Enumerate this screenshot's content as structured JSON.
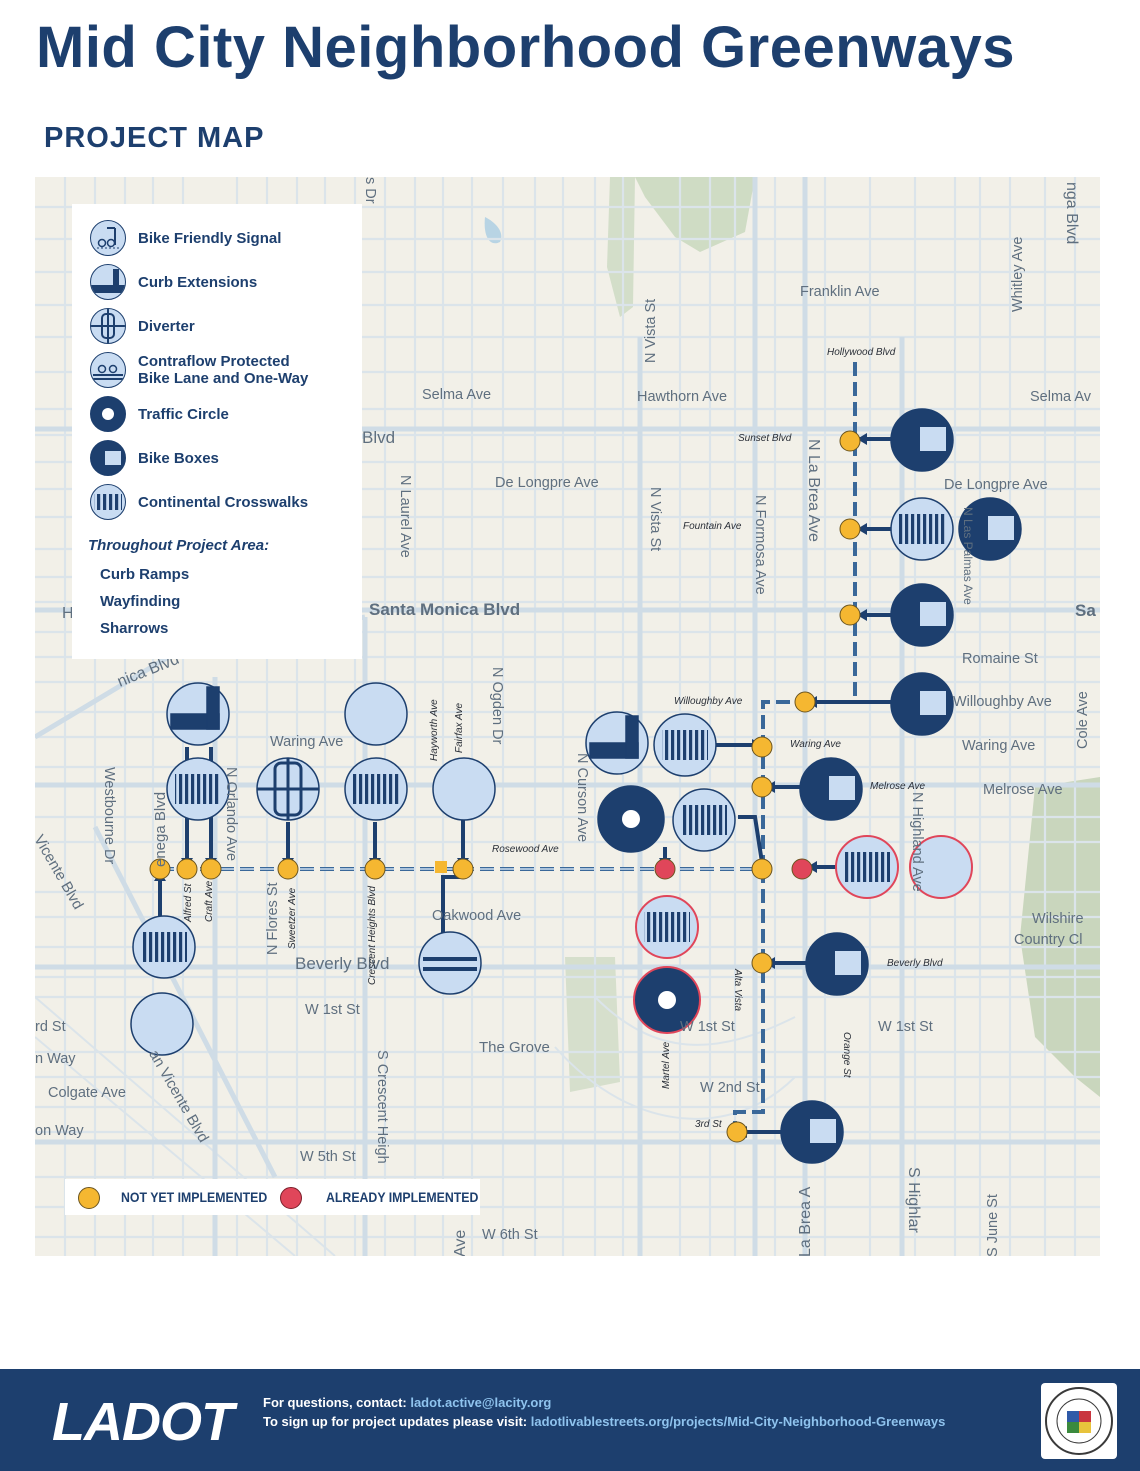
{
  "title": "Mid City Neighborhood Greenways",
  "subtitle": "PROJECT MAP",
  "legend": {
    "items": [
      {
        "label": "Bike Friendly Signal",
        "icon": "bike-signal-icon"
      },
      {
        "label": "Curb Extensions",
        "icon": "curb-extension-icon"
      },
      {
        "label": "Diverter",
        "icon": "diverter-icon"
      },
      {
        "label": "Contraflow Protected",
        "label2": "Bike Lane and One-Way",
        "icon": "contraflow-icon"
      },
      {
        "label": "Traffic Circle",
        "icon": "traffic-circle-icon"
      },
      {
        "label": "Bike Boxes",
        "icon": "bike-box-icon"
      },
      {
        "label": "Continental Crosswalks",
        "icon": "crosswalk-icon"
      }
    ],
    "throughout_heading": "Throughout Project Area:",
    "throughout_items": [
      "Curb Ramps",
      "Wayfinding",
      "Sharrows"
    ]
  },
  "status_legend": {
    "not_implemented": "NOT YET IMPLEMENTED",
    "implemented": "ALREADY IMPLEMENTED",
    "not_implemented_color": "#f5b731",
    "implemented_color": "#e0465a"
  },
  "streets": {
    "franklin": "Franklin Ave",
    "hollywood": "Hollywood Blvd",
    "selma": "Selma Ave",
    "selma_right": "Selma Av",
    "hawthorn": "Hawthorn Ave",
    "sunset": "Sunset Blvd",
    "blvd": "Blvd",
    "delongpre": "De Longpre Ave",
    "delongpre_right": "De Longpre Ave",
    "fountain": "Fountain Ave",
    "santamonica": "Santa Monica Blvd",
    "sa": "Sa",
    "romaine": "Romaine St",
    "willoughby": "Willoughby Ave",
    "willoughby_right": "Willoughby Ave",
    "waring": "Waring Ave",
    "waring_mid": "Waring Ave",
    "waring_right": "Waring Ave",
    "melrose": "Melrose Ave",
    "melrose_right": "Melrose Ave",
    "rosewood": "Rosewood Ave",
    "oakwood": "Oakwood Ave",
    "beverly": "Beverly Blvd",
    "beverly_small": "Beverly Blvd",
    "first": "W 1st St",
    "first_mid": "W 1st St",
    "first_right": "W 1st St",
    "first_left": "rd St",
    "second": "W 2nd St",
    "third": "3rd St",
    "fifth": "W 5th St",
    "sixth": "W 6th St",
    "grove": "The Grove",
    "colgate": "Colgate Ave",
    "way1": "n Way",
    "way2": "on Way",
    "wilshire1": "Wilshire",
    "wilshire2": "Country Cl",
    "nvista": "N Vista St",
    "nvista2": "N Vista St",
    "nlaurel": "N Laurel Ave",
    "nlabrea": "N La Brea Ave",
    "nformosa": "N Formosa Ave",
    "nogden": "N Ogden Dr",
    "ncurson": "N Curson Ave",
    "nflores": "N Flores St",
    "hayworth": "Hayworth Ave",
    "fairfax": "Fairfax Ave",
    "sweetzer": "Sweetzer Ave",
    "crescent": "Crescent Heights Blvd",
    "screscent": "S Crescent Heigh",
    "alfred": "Alfred St",
    "craft": "Craft Ave",
    "westbourne": "Westbourne Dr",
    "vicente": "Vicente Blvd",
    "sanvicente": "an Vicente Blvd",
    "nica": "nica Blvd",
    "cienega": "enega Blvd",
    "orlando": "N Orlando Ave",
    "whitley": "Whitley Ave",
    "nga": "nga Blvd",
    "cole": "Cole Ave",
    "orange": "Orange St",
    "martel": "Martel Ave",
    "altavista": "Alta Vista",
    "nhighland": "N Highland Ave",
    "shighland": "S Highlar",
    "sjune": "S June St",
    "slabrea": "La Brea A",
    "ave_bottom": "Ave",
    "nas_palmas": "N Las Palmas Ave",
    "sdr": "s Dr",
    "h_left": "H"
  },
  "footer": {
    "logo": "LADOT",
    "contact_prefix": "For questions, contact: ",
    "contact_email": "ladot.active@lacity.org",
    "signup_prefix": "To sign up for project updates please visit: ",
    "signup_url": "ladotlivablestreets.org/projects/Mid-City-Neighborhood-Greenways"
  },
  "colors": {
    "navy": "#1d3f6e",
    "route": "#3a6899",
    "light_blue": "#c9dcf2",
    "yellow": "#f5b731",
    "red": "#e0465a"
  }
}
